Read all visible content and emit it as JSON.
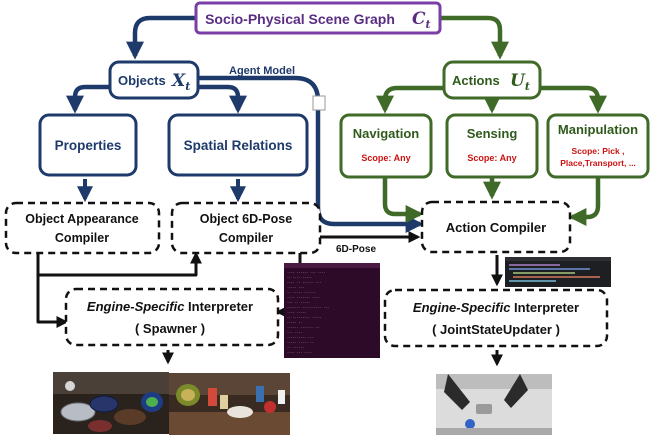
{
  "title": "Socio-Physical Scene Graph",
  "title_symbol": "C",
  "title_sub": "t",
  "objects": {
    "label": "Objects",
    "symbol": "X",
    "sub": "t"
  },
  "actions": {
    "label": "Actions",
    "symbol": "U",
    "sub": "t"
  },
  "agent_model": "Agent Model",
  "properties": "Properties",
  "spatial_relations": "Spatial Relations",
  "navigation": {
    "label": "Navigation",
    "scope": "Scope: Any"
  },
  "sensing": {
    "label": "Sensing",
    "scope": "Scope: Any"
  },
  "manipulation": {
    "label": "Manipulation",
    "scope1": "Scope: Pick ,",
    "scope2": "Place,Transport, ..."
  },
  "appearance_compiler": {
    "line1": "Object Appearance",
    "line2": "Compiler"
  },
  "pose_compiler": {
    "line1": "Object 6D-Pose",
    "line2": "Compiler"
  },
  "action_compiler": "Action Compiler",
  "pose_edge_label": "6D-Pose",
  "spawner": {
    "italic": "Engine-Specific",
    "rest": " Interpreter",
    "line2": "( Spawner )"
  },
  "joint_updater": {
    "italic": "Engine-Specific",
    "rest": " Interpreter",
    "line2": "( JointStateUpdater )"
  },
  "colors": {
    "blue": "#1e3a6b",
    "green": "#3f6a28",
    "purple": "#7a3fa6",
    "dark": "#111111"
  }
}
